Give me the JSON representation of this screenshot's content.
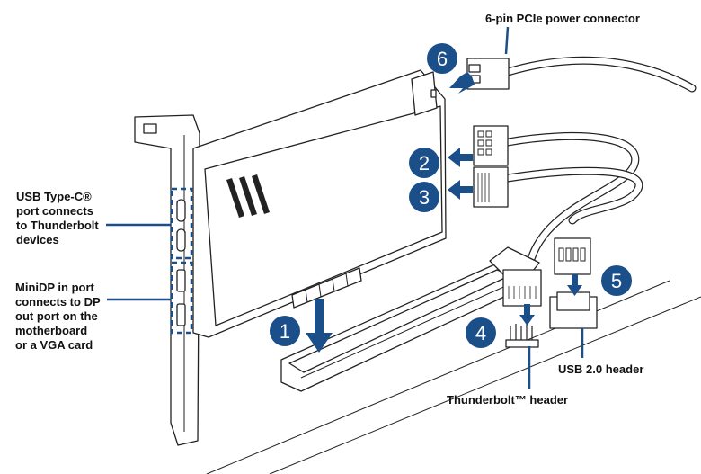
{
  "labels": {
    "usb_type_c": "USB Type-C®\nport connects\nto Thunderbolt\ndevices",
    "minidp": "MiniDP in port\nconnects to DP\nout port on the\nmotherboard\nor a VGA card",
    "pcie_power": "6-pin PCIe power connector",
    "thunderbolt_header": "Thunderbolt™ header",
    "usb2_header": "USB 2.0 header"
  },
  "steps": [
    "1",
    "2",
    "3",
    "4",
    "5",
    "6"
  ],
  "colors": {
    "accent": "#1b4f8a",
    "line": "#222222"
  }
}
